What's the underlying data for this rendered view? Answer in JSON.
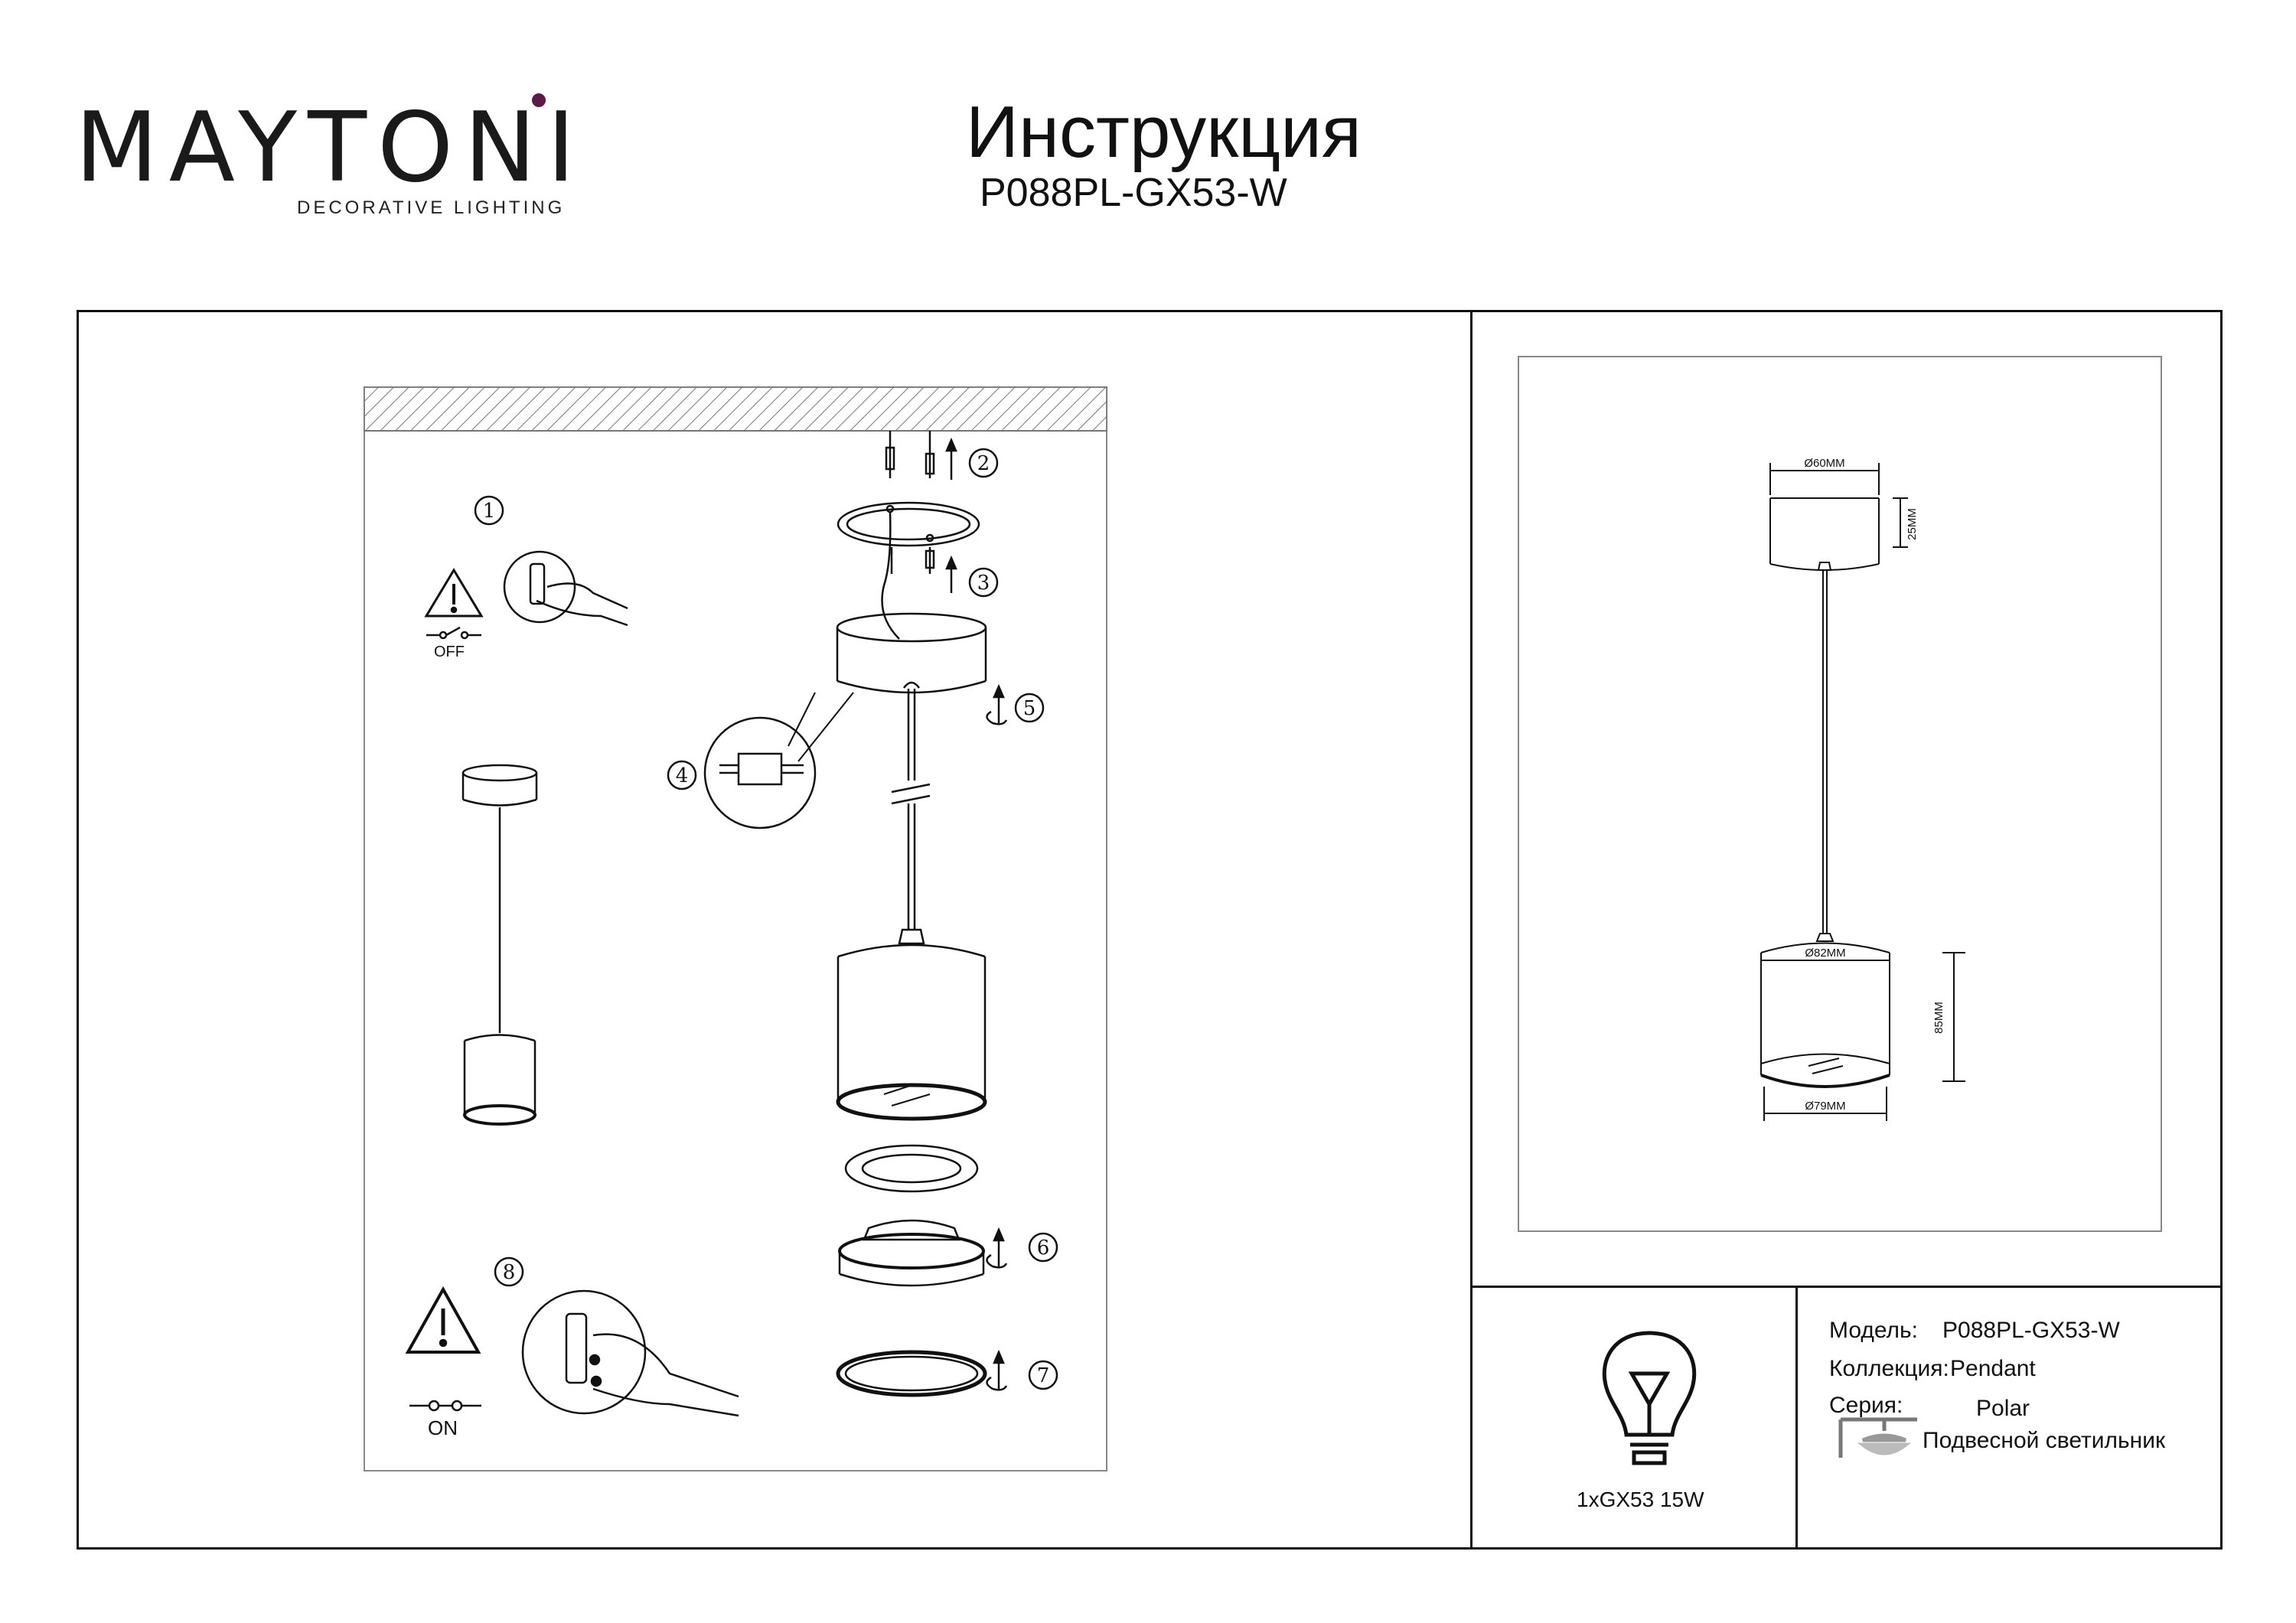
{
  "header": {
    "brand": "MAYTONI",
    "tagline": "DECORATIVE LIGHTING",
    "title": "Инструкция",
    "model": "P088PL-GX53-W"
  },
  "steps": [
    "1",
    "2",
    "3",
    "4",
    "5",
    "6",
    "7",
    "8"
  ],
  "switch_labels": {
    "off": "OFF",
    "on": "ON"
  },
  "dimensions": {
    "canopy_diameter": "Ø60MM",
    "canopy_height": "25MM",
    "shade_diameter": "Ø82MM",
    "shade_height": "85MM",
    "bottom_diameter": "Ø79MM"
  },
  "lamp": {
    "spec": "1xGX53 15W"
  },
  "specs": {
    "model_label": "Модель:",
    "model_value": "P088PL-GX53-W",
    "collection_label": "Коллекция:",
    "collection_value": "Pendant",
    "series_label": "Серия:",
    "series_value": "Polar",
    "type_value": "Подвесной светильник"
  },
  "colors": {
    "brand_accent": "#5b1a48",
    "line": "#111111"
  }
}
